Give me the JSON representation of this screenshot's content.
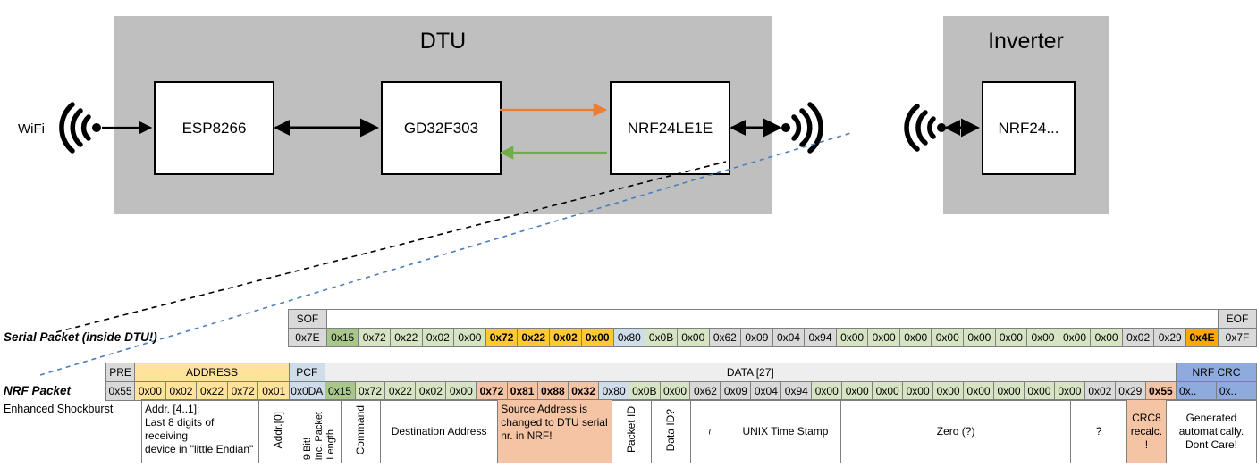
{
  "diagram": {
    "dtu_title": "DTU",
    "inverter_title": "Inverter",
    "wifi_label": "WiFi",
    "chips": {
      "esp": "ESP8266",
      "gd32": "GD32F303",
      "nrf_dtu": "NRF24LE1E",
      "nrf_inv": "NRF24..."
    },
    "colors": {
      "enclosure": "#bfbfbf",
      "orange_arrow": "#ed7d31",
      "green_arrow": "#70ad47",
      "black_arrow": "#000000",
      "blue_dashed": "#4a7ebb"
    }
  },
  "serial_packet": {
    "title": "Serial Packet (inside DTU!)",
    "sof_header": "SOF",
    "eof_header": "EOF",
    "sof_value": "0x7E",
    "eof_value": "0x7F",
    "bytes": [
      {
        "v": "0x15",
        "c": "green-dark"
      },
      {
        "v": "0x72",
        "c": "green"
      },
      {
        "v": "0x22",
        "c": "green"
      },
      {
        "v": "0x02",
        "c": "green"
      },
      {
        "v": "0x00",
        "c": "green"
      },
      {
        "v": "0x72",
        "c": "gold"
      },
      {
        "v": "0x22",
        "c": "gold"
      },
      {
        "v": "0x02",
        "c": "gold"
      },
      {
        "v": "0x00",
        "c": "gold"
      },
      {
        "v": "0x80",
        "c": "bluelt"
      },
      {
        "v": "0x0B",
        "c": "green"
      },
      {
        "v": "0x00",
        "c": "green"
      },
      {
        "v": "0x62",
        "c": "grey"
      },
      {
        "v": "0x09",
        "c": "grey"
      },
      {
        "v": "0x04",
        "c": "grey"
      },
      {
        "v": "0x94",
        "c": "grey"
      },
      {
        "v": "0x00",
        "c": "green"
      },
      {
        "v": "0x00",
        "c": "green"
      },
      {
        "v": "0x00",
        "c": "green"
      },
      {
        "v": "0x00",
        "c": "green"
      },
      {
        "v": "0x00",
        "c": "green"
      },
      {
        "v": "0x00",
        "c": "green"
      },
      {
        "v": "0x00",
        "c": "green"
      },
      {
        "v": "0x00",
        "c": "green"
      },
      {
        "v": "0x00",
        "c": "green"
      },
      {
        "v": "0x02",
        "c": "grey"
      },
      {
        "v": "0x29",
        "c": "grey"
      },
      {
        "v": "0x4E",
        "c": "orangecell"
      }
    ]
  },
  "nrf_packet": {
    "title": "NRF Packet",
    "subtitle": "Enhanced Shockburst",
    "headers": {
      "pre": "PRE",
      "address": "ADDRESS",
      "pcf": "PCF",
      "data": "DATA [27]",
      "crc": "NRF CRC"
    },
    "pre": "0x55",
    "address": [
      "0x00",
      "0x02",
      "0x22",
      "0x72",
      "0x01"
    ],
    "pcf": "0x0DA",
    "bytes": [
      {
        "v": "0x15",
        "c": "green-dark"
      },
      {
        "v": "0x72",
        "c": "green"
      },
      {
        "v": "0x22",
        "c": "green"
      },
      {
        "v": "0x02",
        "c": "green"
      },
      {
        "v": "0x00",
        "c": "green"
      },
      {
        "v": "0x72",
        "c": "salmon"
      },
      {
        "v": "0x81",
        "c": "salmon"
      },
      {
        "v": "0x88",
        "c": "salmon"
      },
      {
        "v": "0x32",
        "c": "salmon"
      },
      {
        "v": "0x80",
        "c": "bluelt"
      },
      {
        "v": "0x0B",
        "c": "green"
      },
      {
        "v": "0x00",
        "c": "green"
      },
      {
        "v": "0x62",
        "c": "grey"
      },
      {
        "v": "0x09",
        "c": "grey"
      },
      {
        "v": "0x04",
        "c": "grey"
      },
      {
        "v": "0x94",
        "c": "grey"
      },
      {
        "v": "0x00",
        "c": "green"
      },
      {
        "v": "0x00",
        "c": "green"
      },
      {
        "v": "0x00",
        "c": "green"
      },
      {
        "v": "0x00",
        "c": "green"
      },
      {
        "v": "0x00",
        "c": "green"
      },
      {
        "v": "0x00",
        "c": "green"
      },
      {
        "v": "0x00",
        "c": "green"
      },
      {
        "v": "0x00",
        "c": "green"
      },
      {
        "v": "0x00",
        "c": "green"
      },
      {
        "v": "0x02",
        "c": "grey"
      },
      {
        "v": "0x29",
        "c": "grey"
      },
      {
        "v": "0x55",
        "c": "salmon"
      }
    ],
    "crc_bytes": [
      "0x..",
      "0x.."
    ]
  },
  "descriptions": {
    "address": "Addr. [4..1]:\nLast 8 digits of receiving device in \"little Endian\"",
    "address_line1": "Addr. [4..1]:",
    "address_line2": "Last 8 digits of receiving",
    "address_line3": "device in \"little Endian\"",
    "addr0": "Addr.[0]",
    "pcf_a": "9 Bit!",
    "pcf_b": "Inc. Packet",
    "pcf_c": "Length",
    "command": "Command",
    "destination": "Destination Address",
    "source_line1": "Source Address is",
    "source_line2": "changed to DTU serial",
    "source_line3": "nr. in NRF!",
    "packet_id": "Packet ID",
    "data_id": "Data ID?",
    "tilde": "~",
    "unix": "UNIX Time Stamp",
    "zero": "Zero (?)",
    "question": "?",
    "crc8_line1": "CRC8",
    "crc8_line2": "recalc.",
    "crc8_line3": "!",
    "gen_line1": "Generated",
    "gen_line2": "automatically.",
    "gen_line3": "Dont Care!"
  }
}
